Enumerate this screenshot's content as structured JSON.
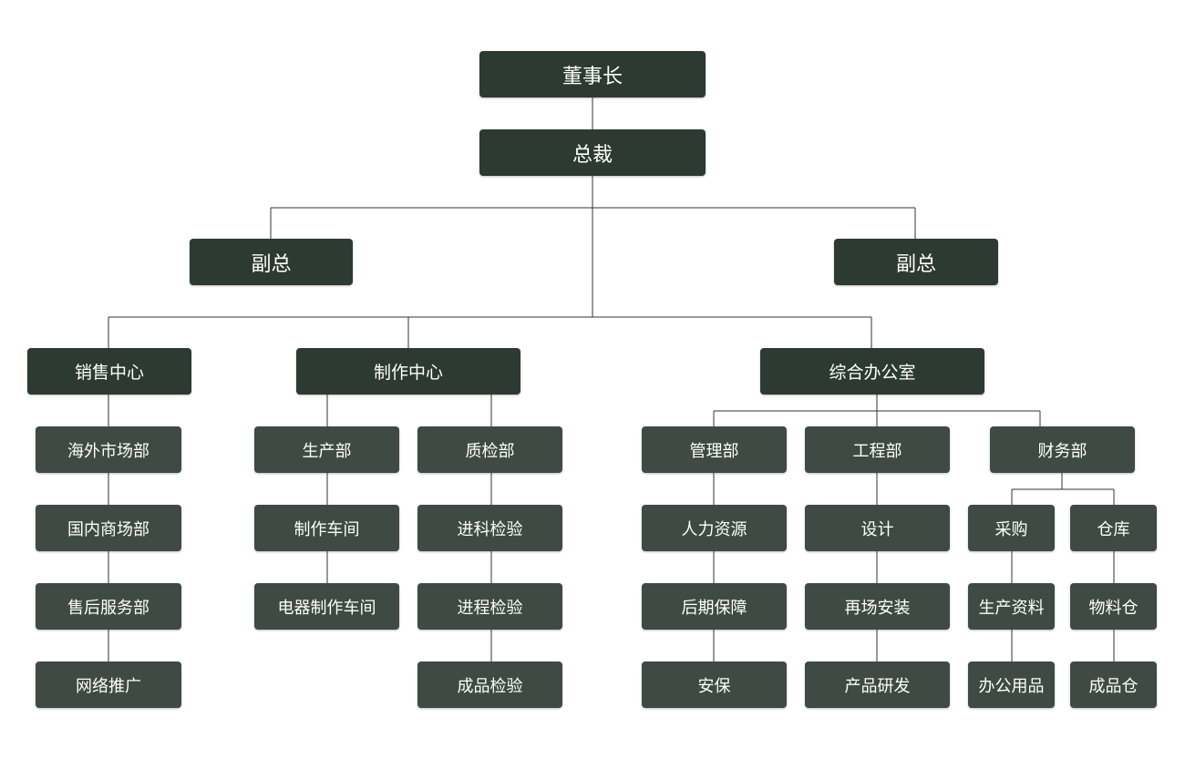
{
  "colors": {
    "dark": "#2c3a32",
    "mid": "#3e4a43",
    "line": "#333333"
  },
  "nodes": {
    "chairman": "董事长",
    "president": "总裁",
    "vp_left": "副总",
    "vp_right": "副总",
    "sales_center": "销售中心",
    "production_center": "制作中心",
    "general_office": "综合办公室",
    "overseas_market": "海外市场部",
    "domestic_market": "国内商场部",
    "after_sales": "售后服务部",
    "online_promotion": "网络推广",
    "production_dept": "生产部",
    "workshop": "制作车间",
    "electrical_workshop": "电器制作车间",
    "qc_dept": "质检部",
    "incoming_inspection": "进科检验",
    "process_inspection": "进程检验",
    "finished_inspection": "成品检验",
    "management_dept": "管理部",
    "hr": "人力资源",
    "logistics": "后期保障",
    "security": "安保",
    "engineering_dept": "工程部",
    "design": "设计",
    "onsite_install": "再场安装",
    "rnd": "产品研发",
    "finance_dept": "财务部",
    "purchasing": "采购",
    "production_materials": "生产资料",
    "office_supplies": "办公用品",
    "warehouse": "仓库",
    "materials_store": "物料仓",
    "finished_store": "成品仓"
  }
}
